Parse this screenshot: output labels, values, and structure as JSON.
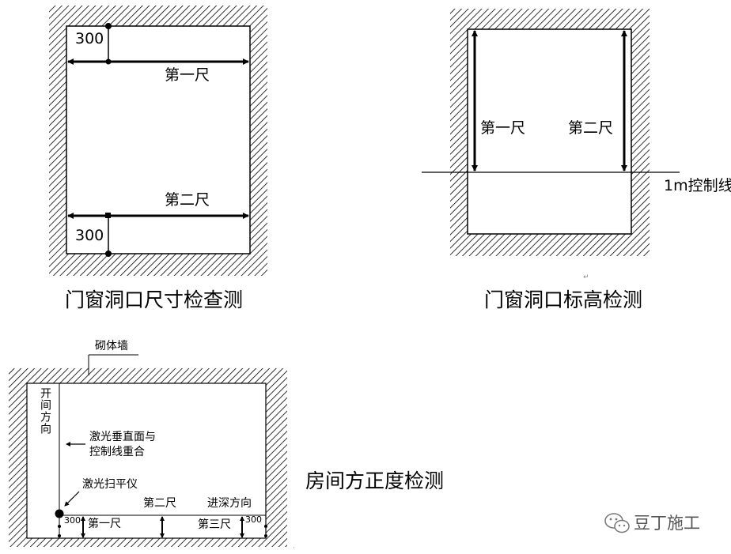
{
  "diagram1": {
    "caption": "门窗洞口尺寸检查测",
    "dim_top": "300",
    "dim_bottom": "300",
    "ruler_1": "第一尺",
    "ruler_2": "第二尺"
  },
  "diagram2": {
    "caption": "门窗洞口标高检测",
    "ruler_1": "第一尺",
    "ruler_2": "第二尺",
    "control_line": "1m控制线"
  },
  "diagram3": {
    "caption": "房间方正度检测",
    "wall_label": "砌体墙",
    "open_direction": "开间方向",
    "laser_plane_note": "激光垂直面与控制线重合",
    "laser_plane_note_line1": "激光垂直面与",
    "laser_plane_note_line2": "控制线重合",
    "laser_level": "激光扫平仪",
    "depth_direction": "进深方向",
    "ruler_1": "第一尺",
    "ruler_2": "第二尺",
    "ruler_3": "第三尺",
    "dim_left": "300",
    "dim_right": "300"
  },
  "brand": {
    "name": "豆丁施工",
    "icon": "wechat-icon"
  }
}
